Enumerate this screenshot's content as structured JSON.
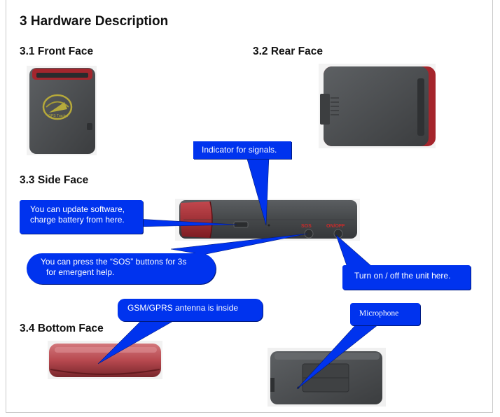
{
  "document": {
    "title": "3 Hardware Description",
    "sections": {
      "front": "3.1 Front Face",
      "rear": "3.2 Rear Face",
      "side": "3.3 Side Face",
      "bottom": "3.4 Bottom Face"
    }
  },
  "callouts": {
    "indicator": "Indicator for signals.",
    "update_line1": "You can update software,",
    "update_line2": "charge battery from here.",
    "sos_line1": "You can press the “SOS” buttons for 3s",
    "sos_line2": "for emergent help.",
    "power": "Turn on / off   the unit here.",
    "antenna": "GSM/GPRS antenna is inside",
    "microphone": "Microphone"
  },
  "device": {
    "logo_text": "GPS Tracker",
    "sos_label": "SOS",
    "power_label": "ON/OFF"
  },
  "colors": {
    "callout_blue": "#0033ee",
    "device_body": "#4a4d4f",
    "device_accent_red": "#a5252c"
  }
}
